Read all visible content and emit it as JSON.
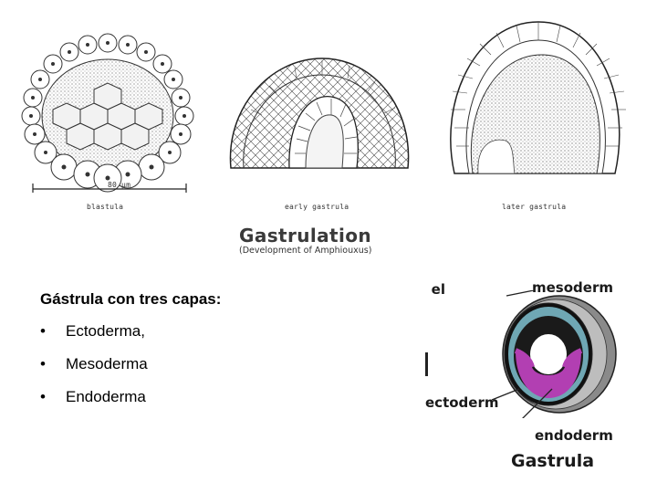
{
  "diagram": {
    "stage_labels": {
      "blastula": "blastula",
      "early": "early gastrula",
      "later": "later gastrula"
    },
    "scale_label": "80 μm",
    "title": "Gastrulation",
    "subtitle": "(Development of Amphiouxus)"
  },
  "text_panel": {
    "heading": "Gástrula con tres capas:",
    "bullets": [
      "Ectoderma,",
      "Mesoderma",
      "Endoderma"
    ]
  },
  "gastrula_figure": {
    "labels": {
      "mesoderm": "mesoderm",
      "ectoderm_partial": "ectoderm",
      "endoderm": "endoderm",
      "title": "Gastrula",
      "partial_top": "el"
    },
    "colors": {
      "endoderm": "#b23fb2",
      "mesoderm": "#6fa7b4",
      "ectoderm": "#8a8a8a"
    }
  }
}
